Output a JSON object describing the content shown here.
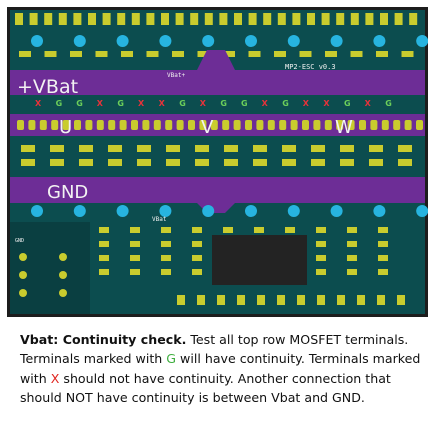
{
  "board": {
    "labels": {
      "vbat": "+VBat",
      "u": "U",
      "v": "V",
      "w": "W",
      "gnd": "GND",
      "silk_title": "MP2-ESC v0.3",
      "silk_vbat_small": "VBat+",
      "silk_vbat_mid": "VBat",
      "silk_gnd_small": "GND"
    },
    "markers": [
      "X",
      "G",
      "G",
      "X",
      "G",
      "X",
      "X",
      "G",
      "X",
      "G",
      "G",
      "X",
      "G",
      "X",
      "X",
      "G",
      "X",
      "G"
    ],
    "colors": {
      "board": "#0c4d4f",
      "copper_band": "#6d2d96",
      "pad": "#c9cc2e",
      "via": "#27b4e0",
      "silk": "#f2f2f2",
      "g_mark": "#6ccf5a",
      "x_mark": "#e8323a",
      "frame": "#1d1d1d"
    }
  },
  "caption": {
    "title": "Vbat: Continuity check.",
    "text1": " Test all top row MOSFET terminals. Terminals marked with ",
    "g": "G",
    "text2": " will have continuity. Terminals marked with ",
    "x": "X",
    "text3": " should not have continuity.  Another connection that should NOT have continuity is between Vbat and GND."
  }
}
